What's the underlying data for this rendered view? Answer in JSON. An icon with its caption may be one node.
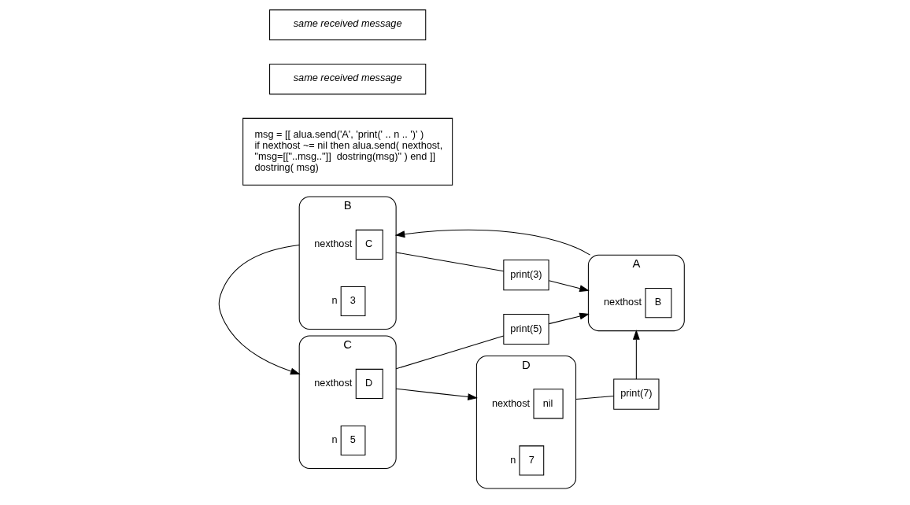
{
  "diagram": {
    "nodes": [
      {
        "text": [
          "A"
        ]
      },
      {
        "text": [
          "B"
        ],
        "in": 0,
        "beside": [
          "nexthost"
        ]
      },
      {
        "text": [
          "B"
        ]
      },
      {
        "text": [
          "C"
        ],
        "in": 2,
        "beside": [
          "nexthost"
        ]
      },
      {
        "text": [
          "3"
        ],
        "in": 2,
        "beside": [
          "n"
        ]
      },
      {
        "text": [
          "C"
        ]
      },
      {
        "text": [
          "D"
        ],
        "in": 5,
        "beside": [
          "nexthost"
        ]
      },
      {
        "text": [
          "5"
        ],
        "in": 5,
        "beside": [
          "n"
        ]
      },
      {
        "text": [
          "D"
        ]
      },
      {
        "text": [
          "nil"
        ],
        "in": 8,
        "beside": [
          "nexthost"
        ]
      },
      {
        "text": [
          "7"
        ],
        "in": 8,
        "beside": [
          "n"
        ]
      },
      {
        "text": [
          "msg = [[ alua.send('A', 'print(' .. n .. ')' ) if nexthost ~= nil then alua.send( nexthost, \"msg=[[\"..msg..\"]]  dostring(msg)\" ) end ]] dostring( msg)"
        ]
      },
      {
        "text": [
          "same received message"
        ]
      },
      {
        "text": [
          "same received message"
        ]
      },
      {
        "text": [
          "print(3)"
        ]
      },
      {
        "text": [
          "print(5)"
        ]
      },
      {
        "text": [
          "print(7)"
        ]
      }
    ],
    "edges": [
      {
        "from": 0,
        "to": 2,
        "arrow": "to"
      },
      {
        "from": 2,
        "to": 5,
        "arrow": "to"
      },
      {
        "from": 5,
        "to": 8,
        "arrow": "to"
      },
      {
        "from": 2,
        "to": 14,
        "arrow": "none"
      },
      {
        "from": 14,
        "to": 0,
        "arrow": "to"
      },
      {
        "from": 5,
        "to": 15,
        "arrow": "none"
      },
      {
        "from": 15,
        "to": 0,
        "arrow": "to"
      },
      {
        "from": 8,
        "to": 16,
        "arrow": "none"
      },
      {
        "from": 16,
        "to": 0,
        "arrow": "to"
      }
    ]
  }
}
